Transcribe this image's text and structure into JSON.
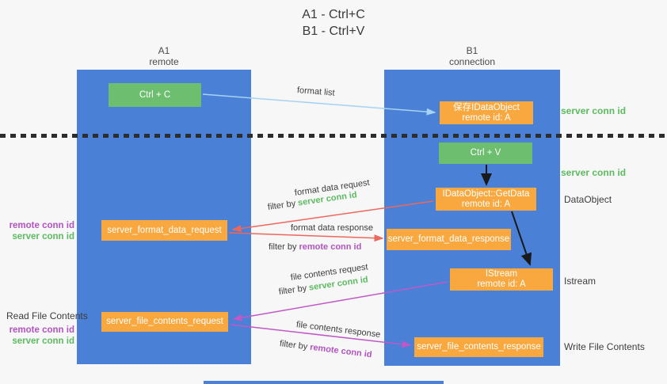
{
  "title": {
    "line1": "A1 - Ctrl+C",
    "line2": "B1 - Ctrl+V"
  },
  "lanes": {
    "left": {
      "id": "A1",
      "name": "remote"
    },
    "right": {
      "id": "B1",
      "name": "connection"
    }
  },
  "nodes": {
    "ctrl_c": {
      "label": "Ctrl + C"
    },
    "ctrl_v": {
      "label": "Ctrl + V"
    },
    "save_dataobject": {
      "line1": "保存IDataObject",
      "line2": "remote id: A"
    },
    "getdata": {
      "line1": "IDataObject::GetData",
      "line2": "remote id: A"
    },
    "format_request": {
      "label": "server_format_data_request"
    },
    "format_response": {
      "label": "server_format_data_response"
    },
    "istream": {
      "line1": "IStream",
      "line2": "remote id: A"
    },
    "file_request": {
      "label": "server_file_contents_request"
    },
    "file_response": {
      "label": "server_file_contents_response"
    }
  },
  "edge_labels": {
    "format_list": "format list",
    "format_data_request": "format data request",
    "format_data_response": "format data response",
    "file_contents_request": "file contents request",
    "file_contents_response": "file contents response",
    "filter_by": "filter by",
    "server_conn_id": "server conn id",
    "remote_conn_id": "remote conn id"
  },
  "side_labels": {
    "server_conn_id_top": "server conn id",
    "server_conn_id_mid": "server conn id",
    "dataobject": "DataObject",
    "istream": "Istream",
    "write_file_contents": "Write File Contents",
    "read_file_contents": "Read File Contents",
    "left_pair": {
      "remote": "remote conn id",
      "server": "server conn id"
    }
  },
  "colors": {
    "lane_blue": "#4a80d5",
    "node_green": "#6dbe6f",
    "node_orange": "#f8a83f",
    "arrow_light_blue": "#a6d3f2",
    "arrow_red": "#ed675d",
    "arrow_magenta": "#c158c8",
    "arrow_black": "#1a1a1a",
    "label_green": "#5cbb60",
    "label_purple": "#b253c1"
  }
}
